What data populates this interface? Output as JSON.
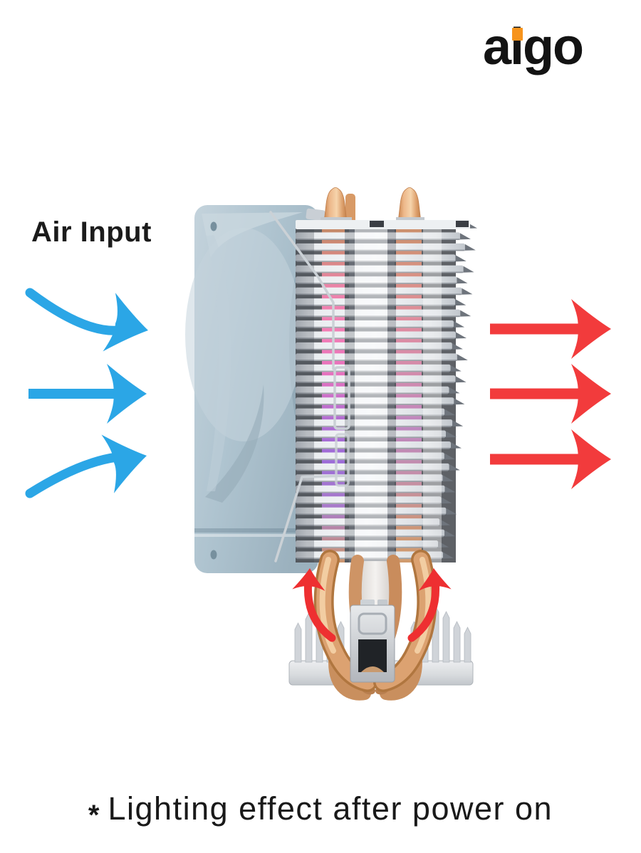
{
  "logo": {
    "text": "aigo",
    "color": "#131313",
    "dot_color": "#F7941D"
  },
  "annotations": {
    "air_input_label": "Air Input",
    "footnote_star": "*",
    "footnote_text": "Lighting effect after power on"
  },
  "colors": {
    "air_in_arrow": "#2BA6E6",
    "air_out_arrow": "#F23B3C",
    "base_arrow": "#EE2F31",
    "label_text": "#1B1B1B"
  },
  "illustration": {
    "description": "CPU tower cooler side view: blue-gray fan on left, silver fin stack with RGB-lit copper heat pipes, copper pipes curving into silver base",
    "fan_body_color": "#AEC3CF",
    "fin_light_color": "#EFF2F4",
    "fin_gap_color": "#5E6166",
    "heatpipe_copper_color": "#D99B6B",
    "rgb_glow_pink": "#F078B6",
    "rgb_glow_purple": "#9B6CD8",
    "base_silver_color": "#D5D8DC"
  }
}
